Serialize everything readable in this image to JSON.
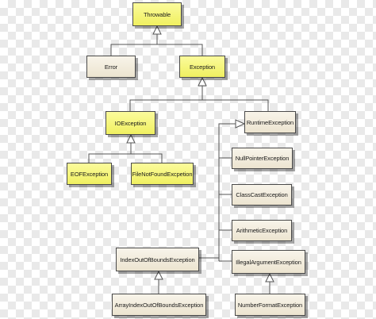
{
  "colors": {
    "highlight_fill": "#f0f060",
    "standard_fill": "#ece4d0",
    "border": "#4a4a4a",
    "connector": "#555555"
  },
  "classes": {
    "throwable": "Throwable",
    "error": "Error",
    "exception": "Exception",
    "ioexception": "IOException",
    "runtimeexception": "RuntimeException",
    "eofexception": "EOFException",
    "filenotfound": "FileNotFoundExcpetion",
    "nullpointer": "NullPointerException",
    "classcast": "ClassCastException",
    "arithmetic": "ArithmeticException",
    "indexoutofbounds": "IndexOutOfBoundsException",
    "illegalargument": "IllegalArgumentException",
    "arrayindex": "ArrayIndexOutOfBoundsException",
    "numberformat": "NumberFormatException"
  },
  "relations": [
    [
      "error",
      "throwable"
    ],
    [
      "exception",
      "throwable"
    ],
    [
      "ioexception",
      "exception"
    ],
    [
      "runtimeexception",
      "exception"
    ],
    [
      "eofexception",
      "ioexception"
    ],
    [
      "filenotfound",
      "ioexception"
    ],
    [
      "nullpointer",
      "runtimeexception"
    ],
    [
      "classcast",
      "runtimeexception"
    ],
    [
      "arithmetic",
      "runtimeexception"
    ],
    [
      "indexoutofbounds",
      "runtimeexception"
    ],
    [
      "illegalargument",
      "runtimeexception"
    ],
    [
      "arrayindex",
      "indexoutofbounds"
    ],
    [
      "numberformat",
      "illegalargument"
    ]
  ]
}
